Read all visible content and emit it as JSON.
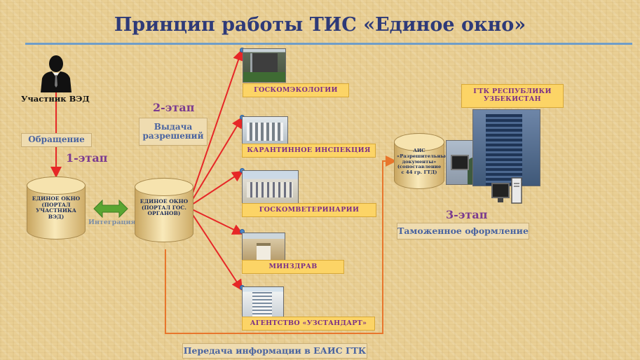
{
  "title": "Принцип работы ТИС «Единое окно»",
  "participant": "Участник ВЭД",
  "appeal": "Обращение",
  "stage1": "1-этап",
  "stage2": "2-этап",
  "stage3": "3-этап",
  "permits": "Выдача разрешений",
  "integration": "Интеграция",
  "db_participant": "ЕДИНОЕ ОКНО (ПОРТАЛ УЧАСТНИКА ВЭД)",
  "db_agencies": "ЕДИНОЕ ОКНО (ПОРТАЛ ГОС. ОРГАНОВ)",
  "db_ais": "АИС «Разрешительные документы» (сопоставление с 44 гр. ГТД)",
  "agencies": [
    "ГОСКОМЭКОЛОГИИ",
    "КАРАНТИННОЕ ИНСПЕКЦИЯ",
    "ГОСКОМВЕТЕРИНАРИИ",
    "МИНЗДРАВ",
    "АГЕНТСТВО «УЗСТАНДАРТ»"
  ],
  "gtk": "ГТК РЕСПУБЛИКИ УЗБЕКИСТАН",
  "customs": "Таможенное оформление",
  "transfer": "Передача информации в ЕАИС ГТК",
  "colors": {
    "arrow_red": "#e62727",
    "arrow_orange": "#e8762c",
    "title_blue": "#2e3a78",
    "stage_purple": "#7b3b8f",
    "org_yellow": "#fcd466",
    "integration_green": "#5aa532"
  }
}
